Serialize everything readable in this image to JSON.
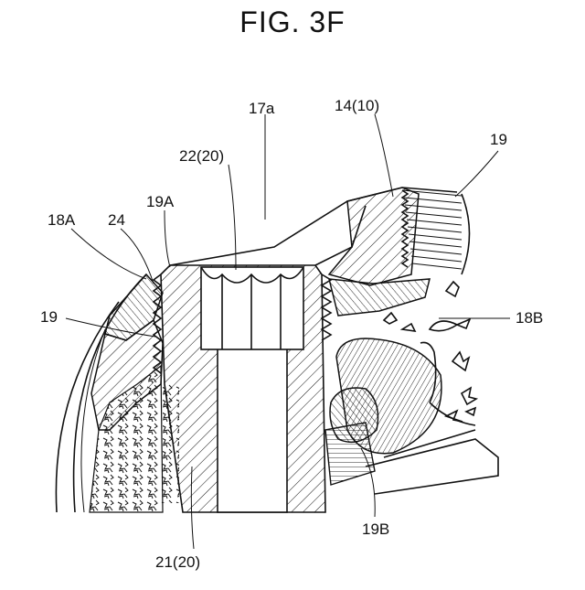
{
  "figure": {
    "title": "FIG. 3F",
    "labels": {
      "l_17a": "17a",
      "l_14": "14(10)",
      "l_19_top": "19",
      "l_22": "22(20)",
      "l_19A": "19A",
      "l_18A": "18A",
      "l_24": "24",
      "l_19_left": "19",
      "l_18B": "18B",
      "l_19B": "19B",
      "l_21": "21(20)"
    }
  }
}
